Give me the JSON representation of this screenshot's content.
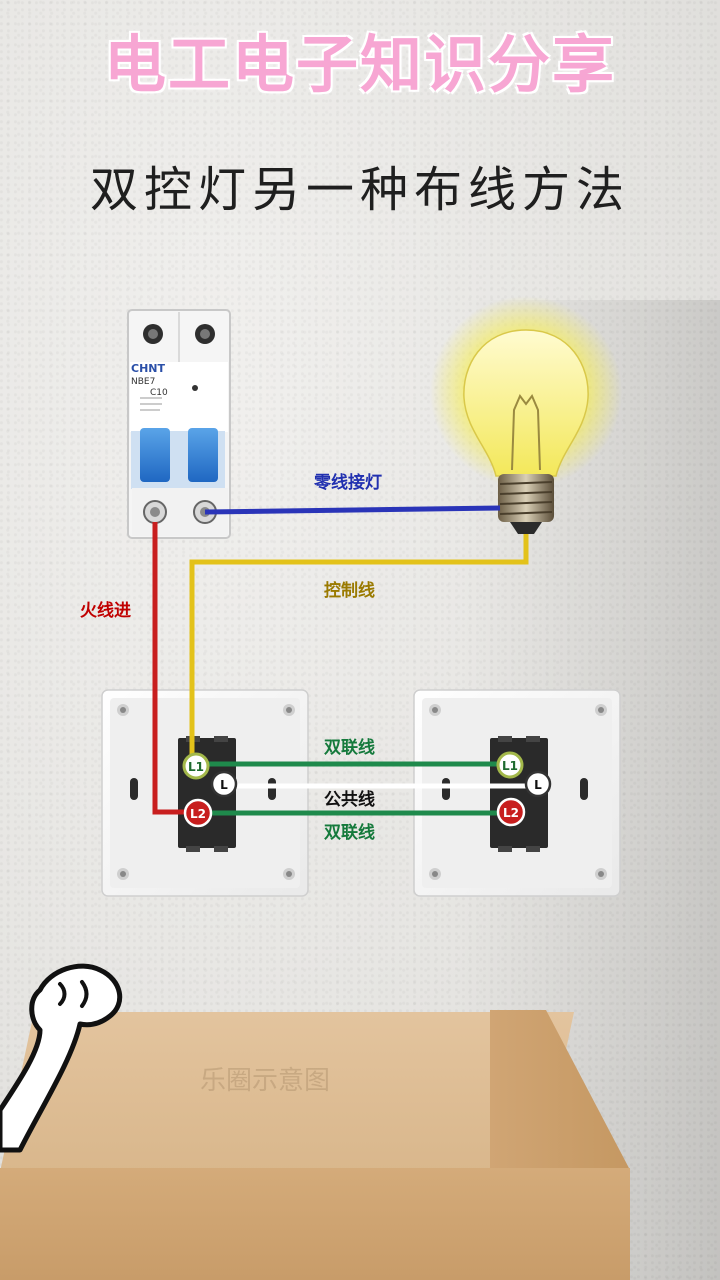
{
  "banner": {
    "title": "电工电子知识分享"
  },
  "subtitle": "双控灯另一种布线方法",
  "breaker": {
    "brand": "CHNT",
    "model": "NBE7",
    "rating": "C10"
  },
  "wire_labels": {
    "neutral": "零线接灯",
    "control": "控制线",
    "live": "火线进",
    "traveler_top": "双联线",
    "common": "公共线",
    "traveler_bottom": "双联线"
  },
  "terminals": {
    "l1": "L1",
    "l": "L",
    "l2": "L2"
  },
  "colors": {
    "banner": "#f7a6d3",
    "neutral_wire": "#2a34b8",
    "live_wire": "#c81e1e",
    "control_wire": "#e3c21a",
    "traveler_wire": "#1f8a4c",
    "common_wire": "#ffffff",
    "neutral_label": "#2130b0",
    "live_label": "#c00000",
    "control_label": "#9a7a00",
    "traveler_label": "#157a3c",
    "common_label": "#111111"
  },
  "watermark": "乐圈示意图"
}
